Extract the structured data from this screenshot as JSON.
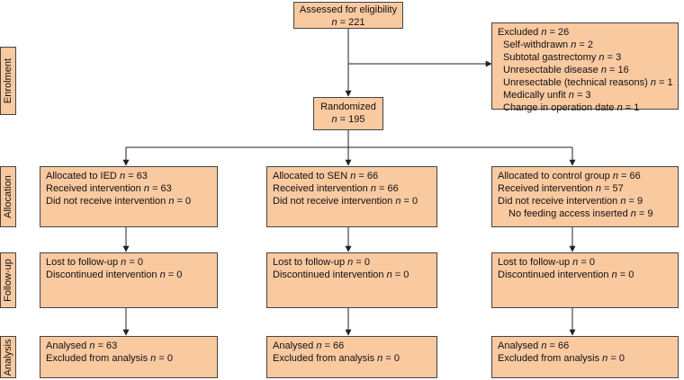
{
  "stages": [
    "Enrolment",
    "Allocation",
    "Follow-up",
    "Analysis"
  ],
  "assessed": {
    "title": "Assessed for eligibility",
    "n": "221"
  },
  "excluded": {
    "title_prefix": "Excluded ",
    "n": "26",
    "reasons": [
      {
        "label": "Self-withdrawn ",
        "n": "2"
      },
      {
        "label": "Subtotal gastrectomy ",
        "n": "3"
      },
      {
        "label": "Unresectable disease ",
        "n": "16"
      },
      {
        "label": "Unresectable (technical reasons) ",
        "n": "1"
      },
      {
        "label": "Medically unfit ",
        "n": "3"
      },
      {
        "label": "Change in operation date ",
        "n": "1"
      }
    ]
  },
  "randomized": {
    "title": "Randomized",
    "n": "195"
  },
  "groups": [
    {
      "allocation": [
        {
          "label": "Allocated to IED ",
          "n": "63"
        },
        {
          "label": "Received intervention ",
          "n": "63"
        },
        {
          "label": "Did not receive intervention ",
          "n": "0"
        }
      ],
      "followup": [
        {
          "label": "Lost to follow-up ",
          "n": "0"
        },
        {
          "label": "Discontinued intervention ",
          "n": "0"
        }
      ],
      "analysis": [
        {
          "label": "Analysed ",
          "n": "63"
        },
        {
          "label": "Excluded from analysis ",
          "n": "0"
        }
      ]
    },
    {
      "allocation": [
        {
          "label": "Allocated to SEN ",
          "n": "66"
        },
        {
          "label": "Received intervention ",
          "n": "66"
        },
        {
          "label": "Did not receive intervention ",
          "n": "0"
        }
      ],
      "followup": [
        {
          "label": "Lost to follow-up ",
          "n": "0"
        },
        {
          "label": "Discontinued intervention ",
          "n": "0"
        }
      ],
      "analysis": [
        {
          "label": "Analysed ",
          "n": "66"
        },
        {
          "label": "Excluded from analysis ",
          "n": "0"
        }
      ]
    },
    {
      "allocation": [
        {
          "label": "Allocated to control group ",
          "n": "66"
        },
        {
          "label": "Received intervention ",
          "n": "57"
        },
        {
          "label": "Did not receive intervention ",
          "n": "9"
        },
        {
          "label": "No feeding access inserted ",
          "n": "9"
        }
      ],
      "followup": [
        {
          "label": "Lost to follow-up ",
          "n": "0"
        },
        {
          "label": "Discontinued intervention ",
          "n": "0"
        }
      ],
      "analysis": [
        {
          "label": "Analysed ",
          "n": "66"
        },
        {
          "label": "Excluded from analysis ",
          "n": "0"
        }
      ]
    }
  ]
}
